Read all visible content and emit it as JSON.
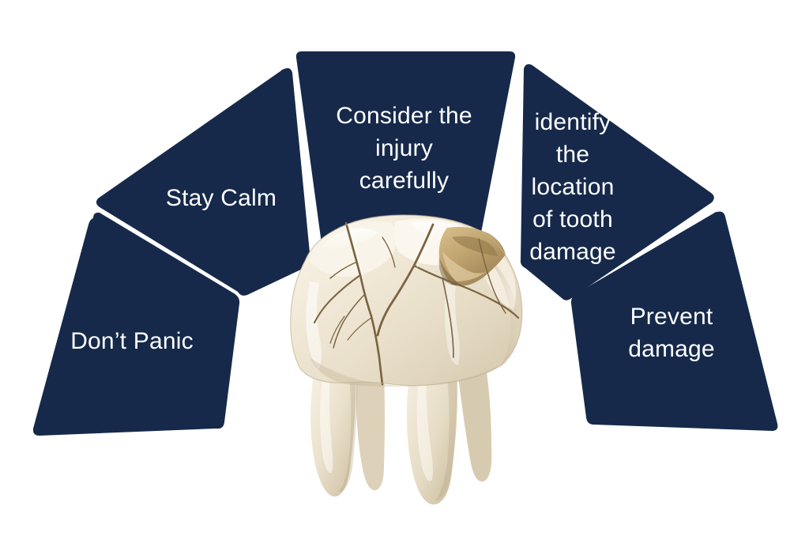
{
  "graphic": {
    "type": "process-petal-infographic",
    "title_text": "",
    "background_color": "#ffffff",
    "panel_color": "#16294a",
    "panel_text_color": "#ffffff",
    "gap_color": "#ffffff"
  },
  "panels": [
    {
      "id": "dont-panic",
      "label": "Don’t Panic",
      "position": "far-left"
    },
    {
      "id": "stay-calm",
      "label": "Stay Calm",
      "position": "upper-left"
    },
    {
      "id": "consider",
      "label": "Consider the\ninjury\ncarefully",
      "position": "top-center"
    },
    {
      "id": "identify",
      "label": "identify\nthe\nlocation\nof tooth\ndamage",
      "position": "upper-right"
    },
    {
      "id": "prevent",
      "label": "Prevent\ndamage",
      "position": "far-right"
    }
  ],
  "center_image": {
    "name": "cracked-molar-tooth",
    "description": "Photograph of a cracked ivory molar tooth with two roots, brown fracture lines and a chipped corner exposing dentin",
    "colors": {
      "enamel_light": "#f6f0e4",
      "enamel_mid": "#e9e0cd",
      "enamel_shadow": "#cbbfa6",
      "dentin": "#c3a878",
      "crack": "#7a6340",
      "drop_shadow": "#b9b9b9"
    }
  }
}
